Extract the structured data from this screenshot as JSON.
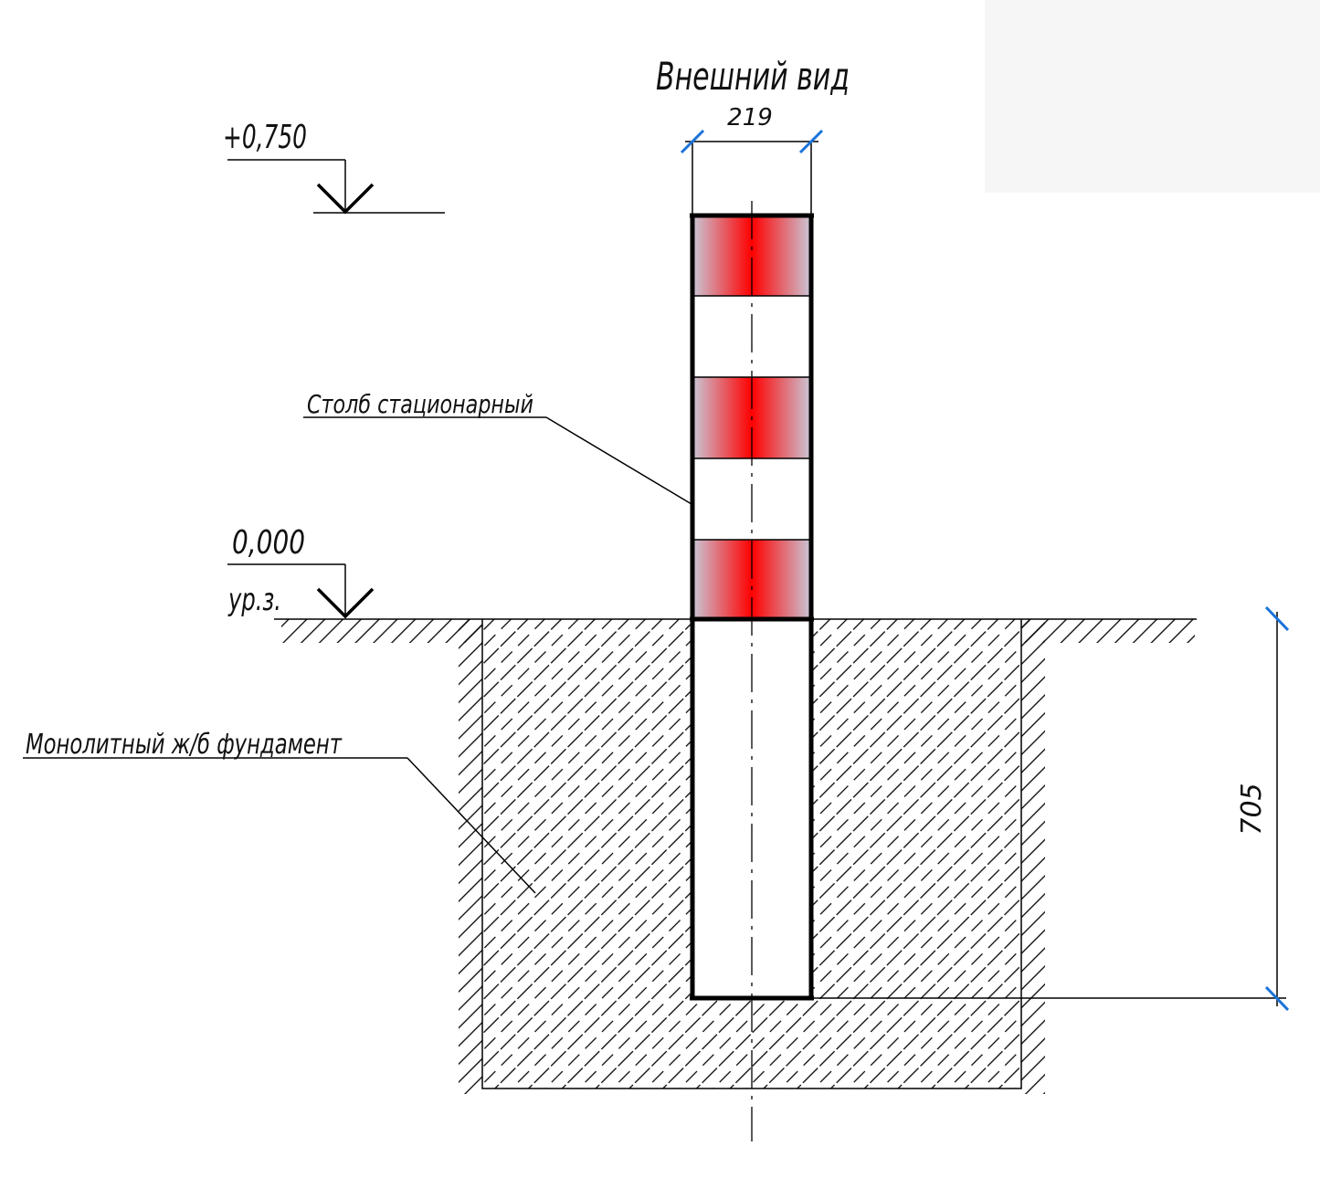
{
  "title": "Внешний вид",
  "dimensions": {
    "width_label": "219",
    "depth_label": "705"
  },
  "levels": {
    "top_mark": "+0,750",
    "ground_mark": "0,000",
    "ground_note": "ур.з."
  },
  "callouts": {
    "post": "Столб стационарный",
    "foundation": "Монолитный ж/б фундамент"
  },
  "colors": {
    "stripe_red": "#ff0000",
    "stripe_fade": "#c8c8d8",
    "dimension_tick": "#1a73d9",
    "corner_block": "#f6f6f6"
  }
}
